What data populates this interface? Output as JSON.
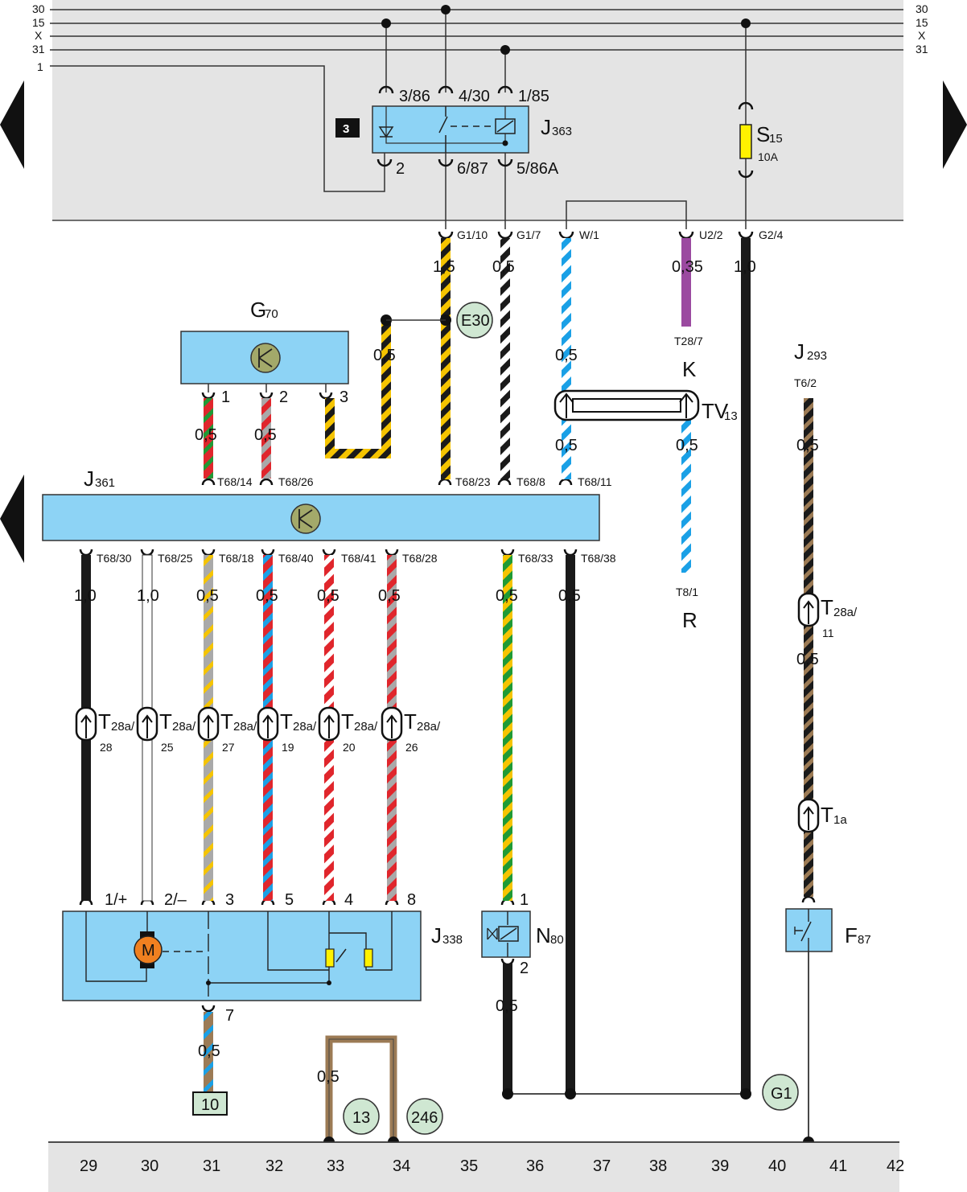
{
  "bus": {
    "rails": [
      "30",
      "15",
      "X",
      "31",
      "1"
    ],
    "rails_right": [
      "30",
      "15",
      "X",
      "31"
    ]
  },
  "relay": {
    "name": "J",
    "sub": "363",
    "badge": "3",
    "pins_top": [
      "3/86",
      "4/30",
      "1/85"
    ],
    "pins_bottom": [
      "2",
      "6/87",
      "5/86A"
    ]
  },
  "fuse": {
    "name": "S",
    "sub": "15",
    "rating": "10A"
  },
  "harness_pins": [
    "G1/10",
    "G1/7",
    "W/1",
    "U2/2",
    "G2/4"
  ],
  "wire_sizes": {
    "g110": "1,5",
    "g17": "0,5",
    "w1": "0,5",
    "u22": "0,35",
    "g24": "1,0",
    "e30_branch": "0,5",
    "w1_low": "0,5",
    "tv_right": "0,5",
    "j293_top": "0,5",
    "j293_mid": "0,5",
    "g70_1": "0,5",
    "g70_2": "0,5",
    "b30": "1,0",
    "b25": "1,0",
    "b18": "0,5",
    "b40": "0,5",
    "b41": "0,5",
    "b28": "0,5",
    "b33": "0,5",
    "b38": "0,5",
    "n80_bottom": "0,5",
    "j338_7": "0,5",
    "loop": "0,5"
  },
  "e30": "E30",
  "g1": "G1",
  "g70": {
    "name": "G",
    "sub": "70",
    "pins": [
      "1",
      "2",
      "3"
    ]
  },
  "k_connector": {
    "pin": "T28/7",
    "letter": "K"
  },
  "r_connector": {
    "pin": "T8/1",
    "letter": "R"
  },
  "tv": {
    "name": "TV",
    "sub": "13"
  },
  "j293": {
    "name": "J",
    "sub": "293",
    "pin": "T6/2"
  },
  "j361": {
    "name": "J",
    "sub": "361",
    "top_pins": [
      "T68/14",
      "T68/26",
      "T68/23",
      "T68/8",
      "T68/11"
    ],
    "bottom_pins": [
      "T68/30",
      "T68/25",
      "T68/18",
      "T68/40",
      "T68/41",
      "T68/28",
      "T68/33",
      "T68/38"
    ]
  },
  "t28a": [
    {
      "name": "T",
      "sub": "28a/",
      "num": "28"
    },
    {
      "name": "T",
      "sub": "28a/",
      "num": "25"
    },
    {
      "name": "T",
      "sub": "28a/",
      "num": "27"
    },
    {
      "name": "T",
      "sub": "28a/",
      "num": "19"
    },
    {
      "name": "T",
      "sub": "28a/",
      "num": "20"
    },
    {
      "name": "T",
      "sub": "28a/",
      "num": "26"
    },
    {
      "name": "T",
      "sub": "28a/",
      "num": "11"
    }
  ],
  "t1a": {
    "name": "T",
    "sub": "1a"
  },
  "j338": {
    "name": "J",
    "sub": "338",
    "pins": [
      "1/+",
      "2/–",
      "3",
      "5",
      "4",
      "8",
      "7"
    ],
    "motor": "M"
  },
  "n80": {
    "name": "N",
    "sub": "80",
    "pins": [
      "1",
      "2"
    ]
  },
  "f87": {
    "name": "F",
    "sub": "87"
  },
  "refs": {
    "r10": "10",
    "r13": "13",
    "r246": "246"
  },
  "track": [
    "29",
    "30",
    "31",
    "32",
    "33",
    "34",
    "35",
    "36",
    "37",
    "38",
    "39",
    "40",
    "41",
    "42"
  ],
  "colors": {
    "panel": "#e4e4e4",
    "component": "#8dd3f5",
    "reference_circle": "#cfe7d2",
    "motor": "#f08020",
    "transistor": "#a3a96a",
    "wire_black": "#1a1a1a",
    "yellow": "#f5c400",
    "red": "#e0262c",
    "blue": "#1aa0e6",
    "green": "#1f9a35",
    "brown": "#9c7b55",
    "grey": "#a9a9a9",
    "violet": "#9b4aa0",
    "fuse": "#fff200"
  }
}
